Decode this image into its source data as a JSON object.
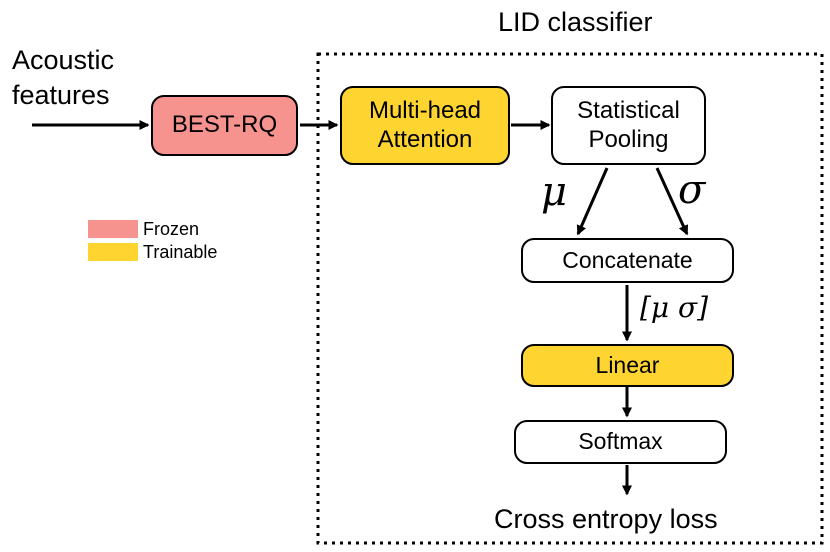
{
  "title": "LID classifier",
  "input_label": [
    "Acoustic",
    "features"
  ],
  "nodes": {
    "bestrq": {
      "label": "BEST-RQ",
      "color": "#f7938f"
    },
    "mha": {
      "label_lines": [
        "Multi-head",
        "Attention"
      ],
      "color": "#fed530"
    },
    "pooling": {
      "label_lines": [
        "Statistical",
        "Pooling"
      ],
      "color": "#ffffff"
    },
    "concat": {
      "label": "Concatenate",
      "color": "#ffffff"
    },
    "linear": {
      "label": "Linear",
      "color": "#fed530"
    },
    "softmax": {
      "label": "Softmax",
      "color": "#ffffff"
    }
  },
  "edge_labels": {
    "mu": "μ",
    "sigma": "σ",
    "concat_out": "[μ σ]"
  },
  "output_label": "Cross entropy loss",
  "legend": [
    {
      "label": "Frozen",
      "color": "#f7938f"
    },
    {
      "label": "Trainable",
      "color": "#fed530"
    }
  ]
}
